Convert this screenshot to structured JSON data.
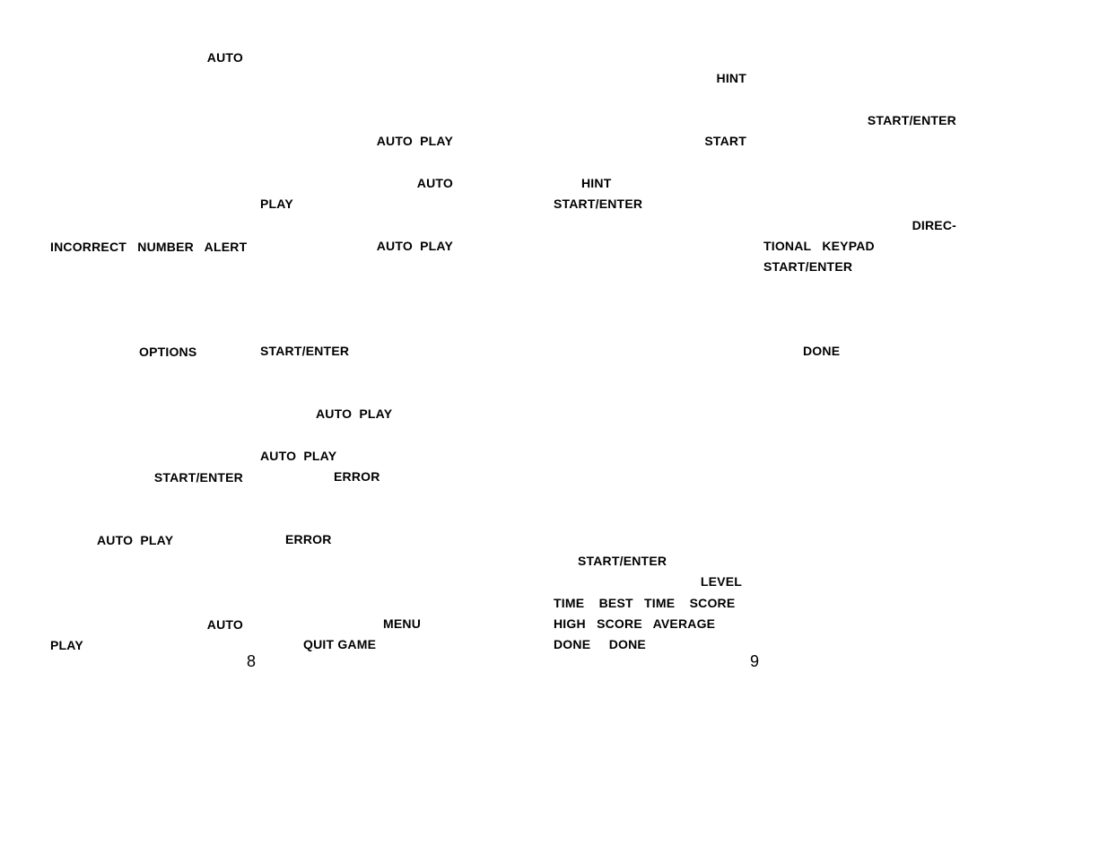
{
  "left_page": {
    "fragments": [
      "AUTO",
      "AUTO  PLAY",
      "AUTO",
      "PLAY",
      "INCORRECT   NUMBER   ALERT",
      "AUTO  PLAY",
      "OPTIONS",
      "START/ENTER",
      "AUTO  PLAY",
      "AUTO  PLAY",
      "START/ENTER",
      "ERROR",
      "AUTO  PLAY",
      "ERROR",
      "AUTO",
      "MENU",
      "PLAY",
      "QUIT GAME"
    ],
    "page_number": "8"
  },
  "right_page": {
    "fragments": [
      "HINT",
      "START/ENTER",
      "START",
      "HINT",
      "START/ENTER",
      "DIREC-",
      "TIONAL   KEYPAD",
      "START/ENTER",
      "DONE",
      "START/ENTER",
      "LEVEL",
      "TIME    BEST   TIME    SCORE",
      "HIGH   SCORE   AVERAGE",
      "DONE     DONE"
    ],
    "page_number": "9"
  }
}
